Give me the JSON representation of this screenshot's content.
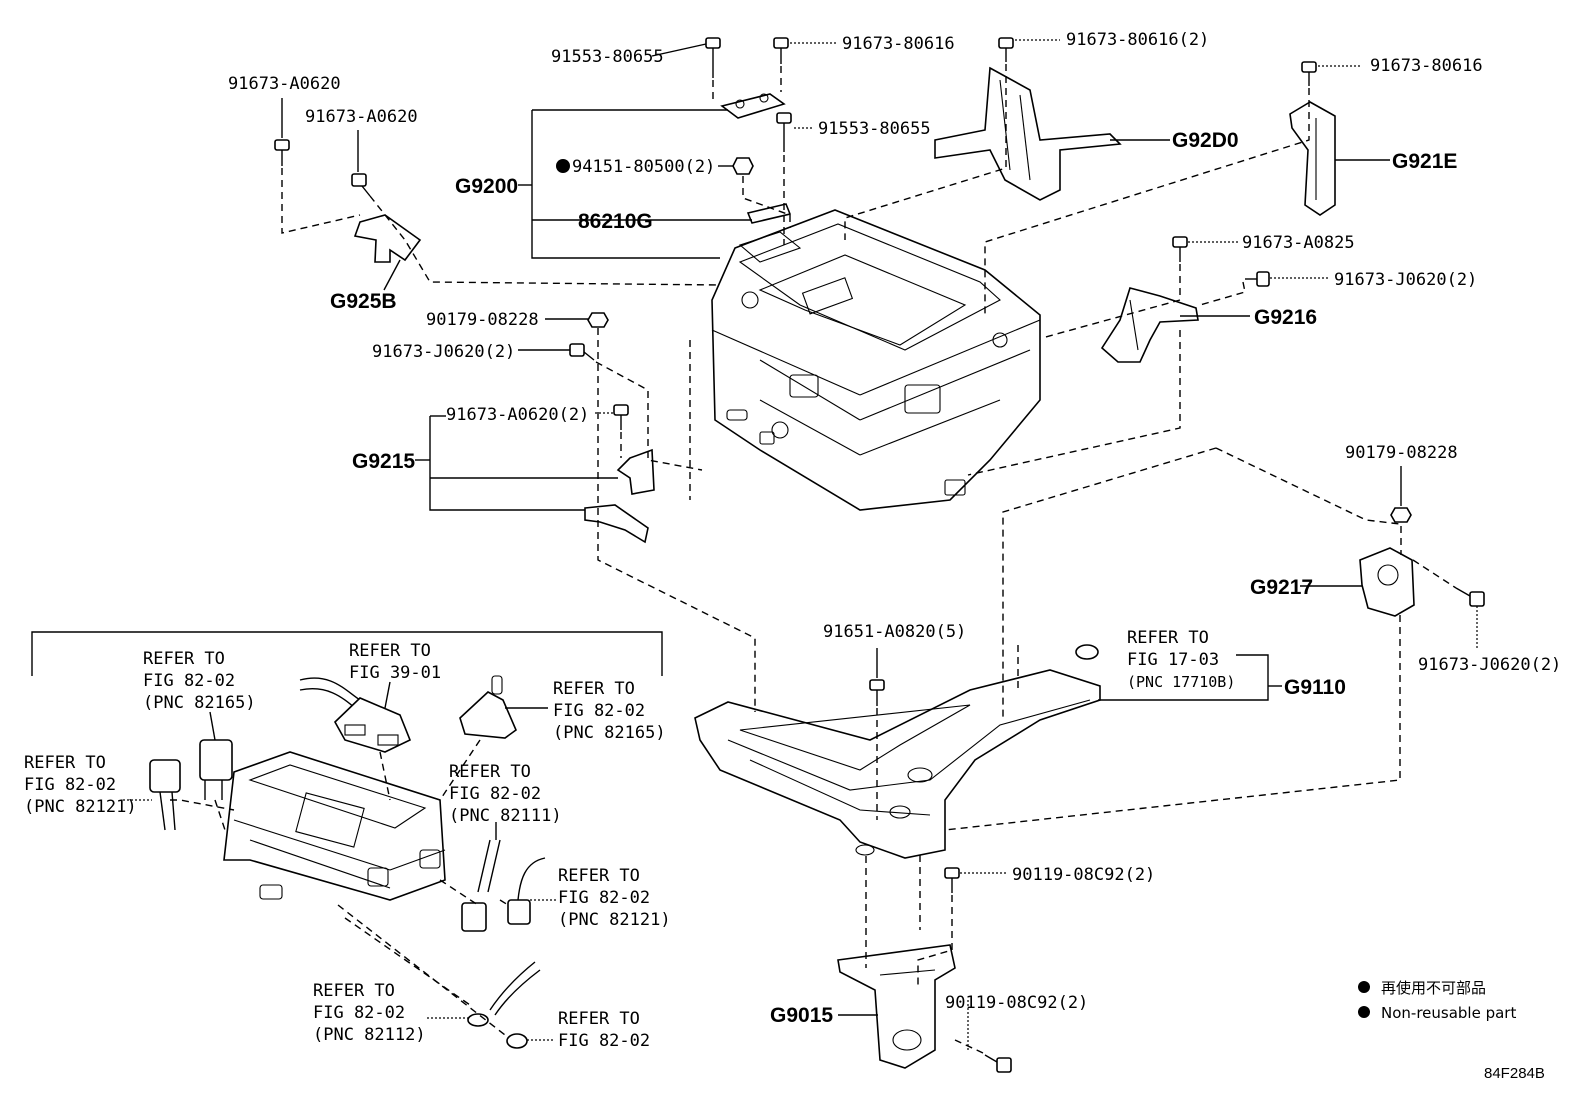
{
  "labels": {
    "p_91553_80655_top": "91553-80655",
    "p_91673_80616_a": "91673-80616",
    "p_91673_80616_2": "91673-80616(2)",
    "p_91673_80616_b": "91673-80616",
    "p_91673_A0620_a": "91673-A0620",
    "p_91673_A0620_b": "91673-A0620",
    "p_91553_80655_mid": "91553-80655",
    "p_94151_80500": "94151-80500(2)",
    "p_91673_A0825": "91673-A0825",
    "p_91673_J0620_right": "91673-J0620(2)",
    "p_90179_08228_left": "90179-08228",
    "p_91673_J0620_left": "91673-J0620(2)",
    "p_91673_A0620_2": "91673-A0620(2)",
    "p_90179_08228_right": "90179-08228",
    "p_91673_J0620_lower": "91673-J0620(2)",
    "p_91651_A0820": "91651-A0820(5)",
    "p_90119_08C92_a": "90119-08C92(2)",
    "p_90119_08C92_b": "90119-08C92(2)"
  },
  "groups": {
    "G9200": "G9200",
    "86210G": "86210G",
    "G92D0": "G92D0",
    "G921E": "G921E",
    "G925B": "G925B",
    "G9216": "G9216",
    "G9215": "G9215",
    "G9217": "G9217",
    "G9110": "G9110",
    "G9015": "G9015"
  },
  "refs": {
    "fig17_03": [
      "REFER TO",
      "FIG 17-03",
      "(PNC 17710B)"
    ],
    "fig82_02_82165_a": [
      "REFER TO",
      "FIG 82-02",
      "(PNC 82165)"
    ],
    "fig39_01": [
      "REFER TO",
      "FIG 39-01"
    ],
    "fig82_02_82165_b": [
      "REFER TO",
      "FIG 82-02",
      "(PNC 82165)"
    ],
    "fig82_02_82121_a": [
      "REFER TO",
      "FIG 82-02",
      "(PNC 82121)"
    ],
    "fig82_02_82111": [
      "REFER TO",
      "FIG 82-02",
      "(PNC 82111)"
    ],
    "fig82_02_82121_b": [
      "REFER TO",
      "FIG 82-02",
      "(PNC 82121)"
    ],
    "fig82_02_82112": [
      "REFER TO",
      "FIG 82-02",
      "(PNC 82112)"
    ],
    "fig82_02_plain": [
      "REFER TO",
      "FIG 82-02"
    ]
  },
  "legend": {
    "jp": "再使用不可部品",
    "en": "Non-reusable part"
  },
  "diagram_code": "84F284B"
}
